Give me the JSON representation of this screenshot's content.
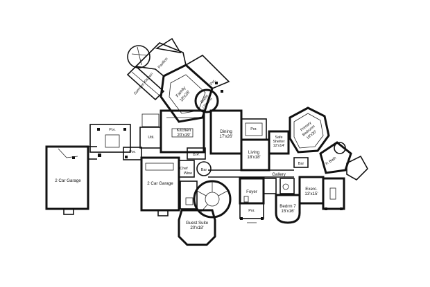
{
  "rooms": {
    "pavilion": "Pavilion",
    "summer_kitchen": "Summer Kitchen",
    "family": {
      "name": "Family",
      "size": "18'x26'"
    },
    "porch_family": "Por.",
    "brkfst": {
      "name": "Brkfst",
      "sub": "/ Drums"
    },
    "kitchen": {
      "name": "Kitchen",
      "size": "20'x19'"
    },
    "util": "Util.",
    "porch_util": "Por.",
    "porch_garage": "Por.",
    "garage_left": "2 Car Garage",
    "garage_mid": "2 Car Garage",
    "dining": {
      "name": "Dining",
      "size": "17'x26'"
    },
    "porch_dining": "Por.",
    "living": {
      "name": "Living",
      "size": "18'x18'"
    },
    "safe_shelter": {
      "name": "Safe",
      "sub": "Shelter",
      "size": "12'x14'"
    },
    "primary_bedroom": {
      "name": "Primary",
      "sub": "Bedroom",
      "size": "19'x20'"
    },
    "primary_bath": "P. Bath",
    "bar_right": "Bar",
    "bp": "B.P.",
    "chef": "Chef",
    "wine": "Wine",
    "bar_center": "Bar",
    "gallery": "Gallery",
    "foyer": "Foyer",
    "porch_entry": "Por.",
    "bedrm7": {
      "name": "Bedrm 7",
      "size": "15'x16'"
    },
    "exerc": {
      "name": "Exerc.",
      "size": "13'x15'"
    },
    "guest_suite": {
      "name": "Guest Suite",
      "size": "20'x18'"
    }
  }
}
